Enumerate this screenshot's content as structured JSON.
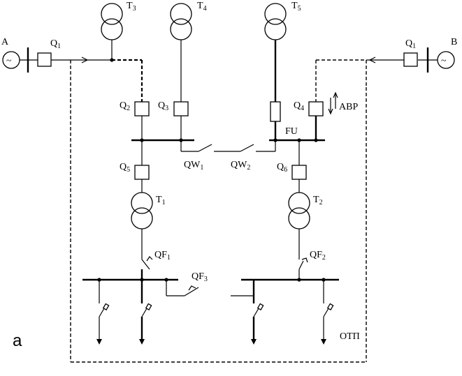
{
  "figure_label": "a",
  "sources": [
    {
      "id": "source-a",
      "label": "A"
    },
    {
      "id": "source-b",
      "label": "B"
    }
  ],
  "transformers": {
    "t1": {
      "main": "T",
      "sub": "1"
    },
    "t2": {
      "main": "T",
      "sub": "2"
    },
    "t3": {
      "main": "T",
      "sub": "3"
    },
    "t4": {
      "main": "T",
      "sub": "4"
    },
    "t5": {
      "main": "T",
      "sub": "5"
    }
  },
  "breakers": {
    "q1_left": {
      "main": "Q",
      "sub": "1"
    },
    "q1_right": {
      "main": "Q",
      "sub": "1"
    },
    "q2": {
      "main": "Q",
      "sub": "2"
    },
    "q3": {
      "main": "Q",
      "sub": "3"
    },
    "q4": {
      "main": "Q",
      "sub": "4"
    },
    "q5": {
      "main": "Q",
      "sub": "5"
    },
    "q6": {
      "main": "Q",
      "sub": "6"
    }
  },
  "disconnectors": {
    "qw1": {
      "main": "QW",
      "sub": "1"
    },
    "qw2": {
      "main": "QW",
      "sub": "2"
    }
  },
  "auto_breakers": {
    "qf1": {
      "main": "QF",
      "sub": "1"
    },
    "qf2": {
      "main": "QF",
      "sub": "2"
    },
    "qf3": {
      "main": "QF",
      "sub": "3"
    }
  },
  "fuse": {
    "label": "FU"
  },
  "avr": {
    "label": "АВР"
  },
  "otp": {
    "label": "ОТП"
  }
}
